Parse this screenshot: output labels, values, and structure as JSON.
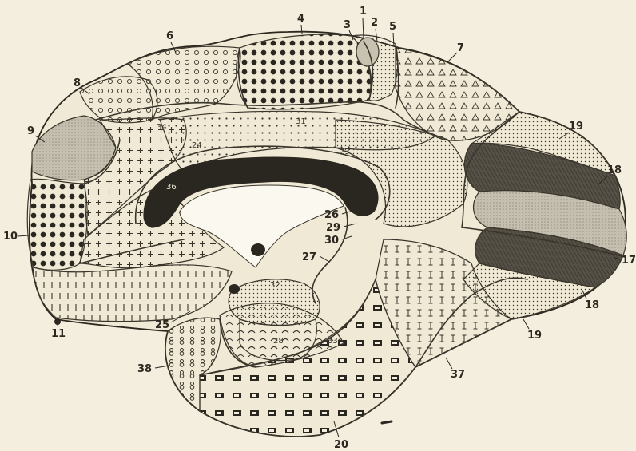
{
  "figure": {
    "outside_labels": [
      "1",
      "2",
      "3",
      "4",
      "5",
      "6",
      "7",
      "8",
      "9",
      "10",
      "11",
      "17",
      "18",
      "18",
      "19",
      "19",
      "20",
      "25",
      "26",
      "27",
      "29",
      "30",
      "37",
      "38"
    ],
    "inside_labels": [
      "23",
      "24",
      "28",
      "31",
      "32",
      "33",
      "34",
      "36"
    ]
  },
  "colors": {
    "paper": "#f3eedd",
    "ink": "#2c2820",
    "dark_fill": "#2a2620",
    "grey_fill": "#8e8a80"
  }
}
